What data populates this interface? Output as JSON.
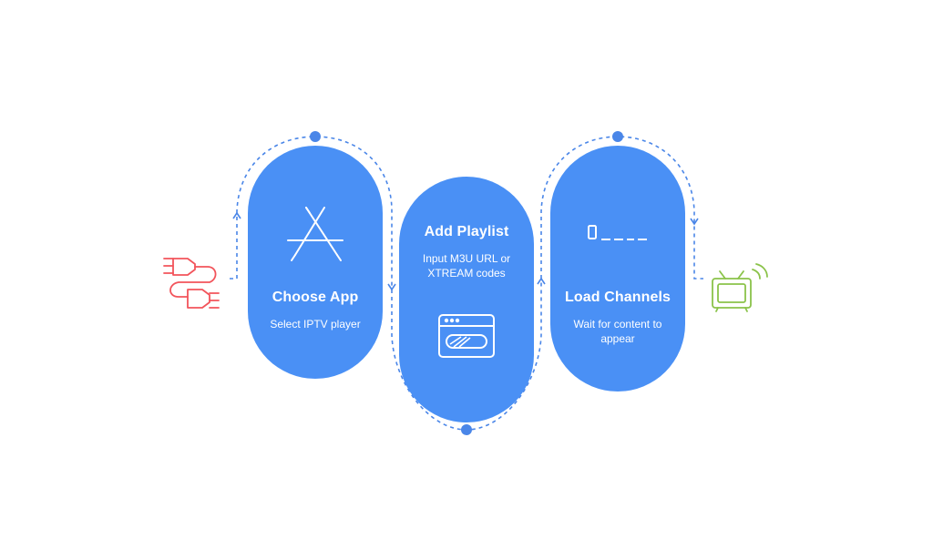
{
  "steps": [
    {
      "title": "Choose App",
      "description": "Select IPTV player",
      "icon": "app-store-icon"
    },
    {
      "title": "Add Playlist",
      "description": "Input M3U URL or XTREAM codes",
      "icon": "browser-window-icon"
    },
    {
      "title": "Load Channels",
      "description": "Wait for content to appear",
      "icon": "loading-cursor-icon"
    }
  ],
  "start_icon": "connector-plugs-icon",
  "end_icon": "television-icon",
  "colors": {
    "card": "#4a90f5",
    "dashed_path": "#4a86e8",
    "start_icon": "#f2545b",
    "end_icon": "#8bc34a",
    "text": "#ffffff"
  }
}
